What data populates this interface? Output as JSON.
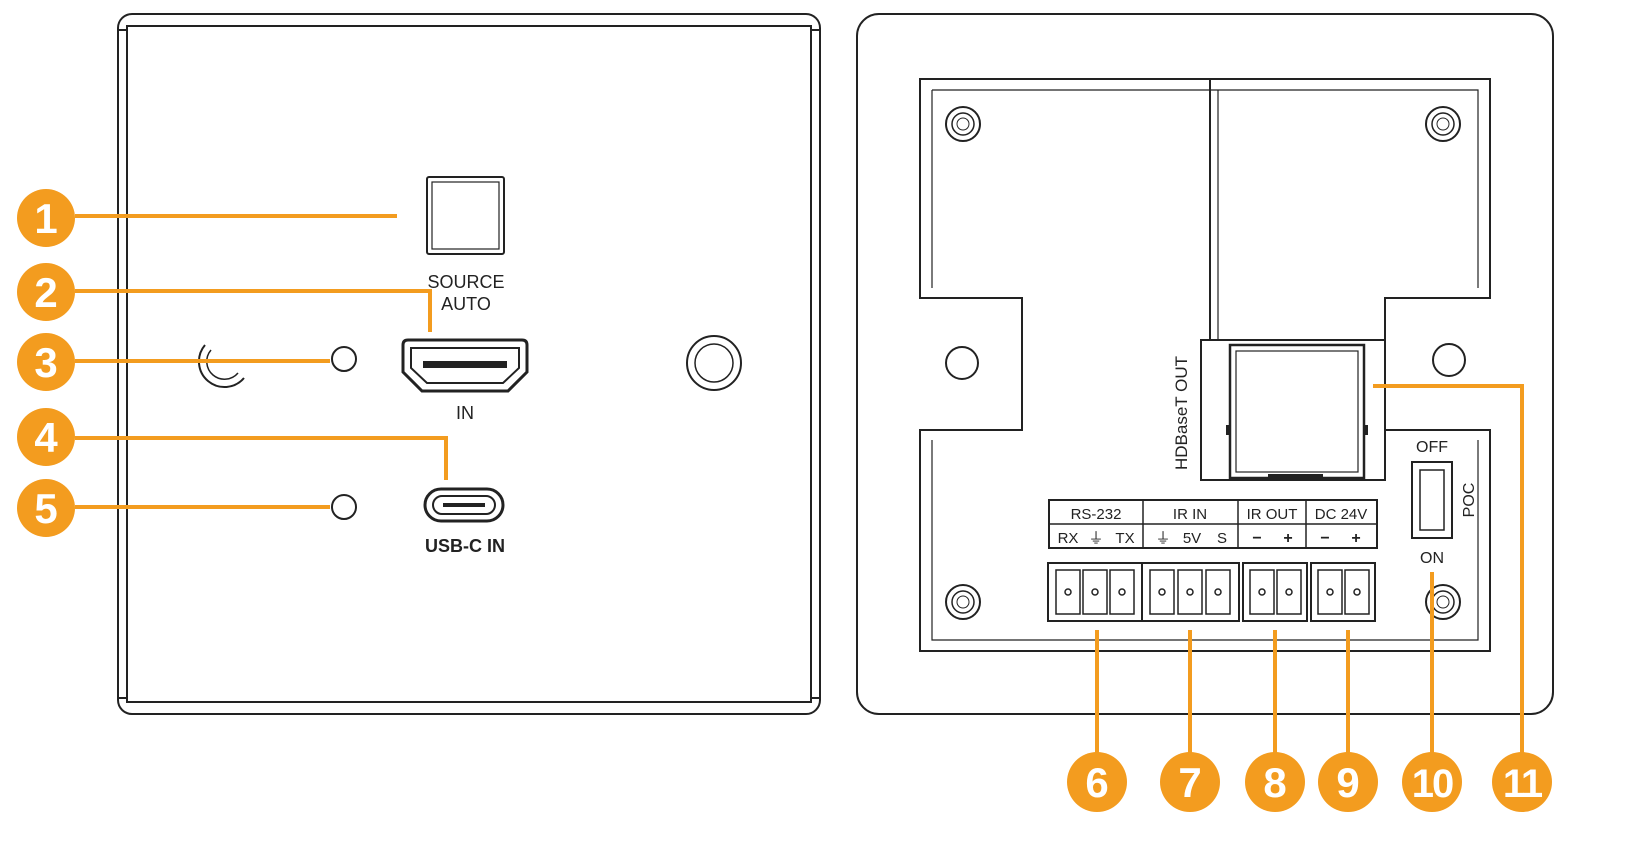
{
  "front_panel": {
    "button_label_line1": "SOURCE",
    "button_label_line2": "AUTO",
    "hdmi_label": "IN",
    "usbc_label": "USB-C IN"
  },
  "rear_panel": {
    "hdbaset_label": "HDBaseT OUT",
    "switch_off_label": "OFF",
    "switch_on_label": "ON",
    "switch_name": "POC",
    "terminal_groups": [
      {
        "name": "RS-232",
        "pins": [
          "RX",
          "⏚",
          "TX"
        ]
      },
      {
        "name": "IR IN",
        "pins": [
          "⏚",
          "5V",
          "S"
        ]
      },
      {
        "name": "IR OUT",
        "pins": [
          "−",
          "+"
        ]
      },
      {
        "name": "DC 24V",
        "pins": [
          "−",
          "+"
        ]
      }
    ]
  },
  "callouts": [
    "1",
    "2",
    "3",
    "4",
    "5",
    "6",
    "7",
    "8",
    "9",
    "10",
    "11"
  ],
  "colors": {
    "accent": "#f39c1f",
    "line": "#222222"
  }
}
